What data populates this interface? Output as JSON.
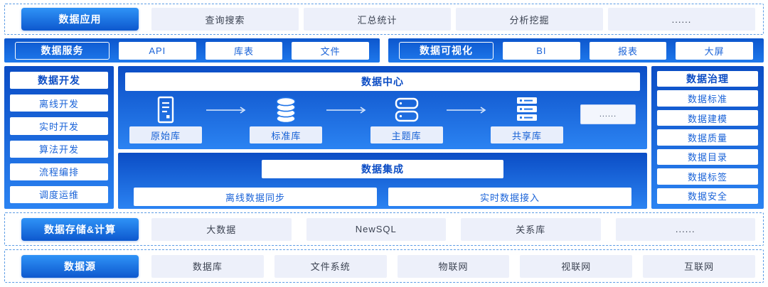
{
  "apps": {
    "label": "数据应用",
    "items": [
      "查询搜索",
      "汇总统计",
      "分析挖掘",
      "......"
    ]
  },
  "services": {
    "left": {
      "label": "数据服务",
      "items": [
        "API",
        "库表",
        "文件"
      ]
    },
    "right": {
      "label": "数据可视化",
      "items": [
        "BI",
        "报表",
        "大屏"
      ]
    }
  },
  "development": {
    "label": "数据开发",
    "items": [
      "离线开发",
      "实时开发",
      "算法开发",
      "流程编排",
      "调度运维"
    ]
  },
  "data_center": {
    "title": "数据中心",
    "stores": [
      {
        "name": "原始库",
        "icon": "document-server-icon"
      },
      {
        "name": "标准库",
        "icon": "database-icon"
      },
      {
        "name": "主题库",
        "icon": "server-units-icon"
      },
      {
        "name": "共享库",
        "icon": "server-rack-icon"
      }
    ],
    "more": "......"
  },
  "integration": {
    "title": "数据集成",
    "items": [
      "离线数据同步",
      "实时数据接入"
    ]
  },
  "governance": {
    "label": "数据治理",
    "items": [
      "数据标准",
      "数据建模",
      "数据质量",
      "数据目录",
      "数据标签",
      "数据安全"
    ]
  },
  "storage": {
    "label": "数据存储&计算",
    "items": [
      "大数据",
      "NewSQL",
      "关系库",
      "......"
    ]
  },
  "sources": {
    "label": "数据源",
    "items": [
      "数据库",
      "文件系统",
      "物联网",
      "视联网",
      "互联网"
    ]
  },
  "colors": {
    "accent_gradient_top": "#2f93f7",
    "accent_gradient_bottom": "#0d58ce",
    "panel_gradient_top": "#0b4dc5",
    "panel_gradient_bottom": "#2b83f2",
    "light_box_bg": "#edf0fa",
    "dashed_border": "#5c9ce5",
    "blue_text": "#1a63d8",
    "bold_blue_text": "#0b4cc4"
  }
}
